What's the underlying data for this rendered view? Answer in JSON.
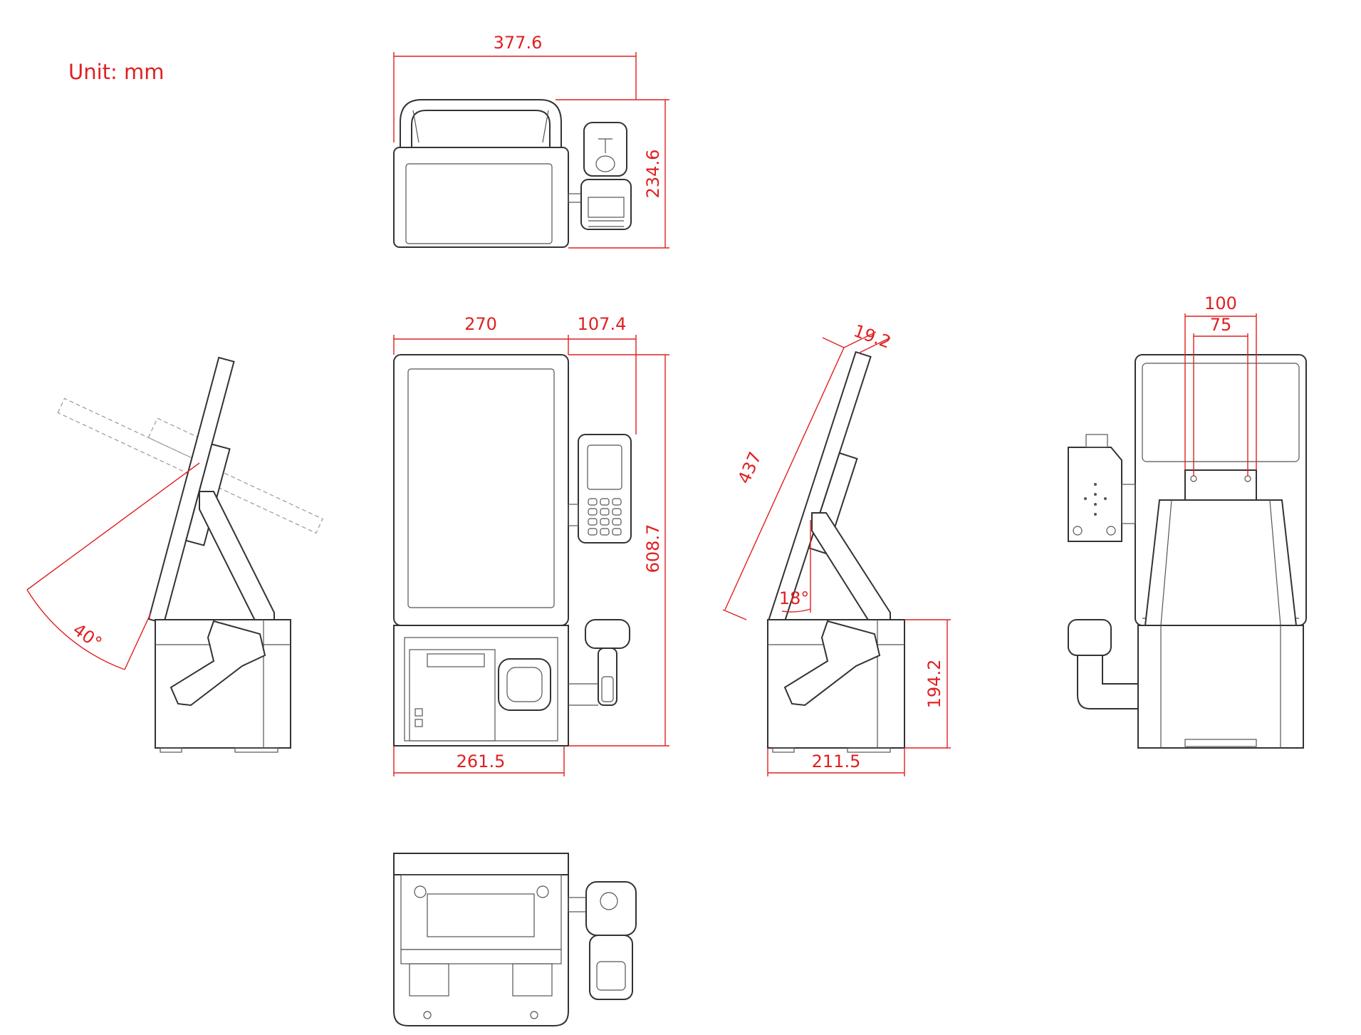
{
  "unit_label": "Unit: mm",
  "dimensions": {
    "top_width": "377.6",
    "top_depth": "234.6",
    "front_screen_width": "270",
    "front_side_width": "107.4",
    "front_height": "608.7",
    "front_base_width": "261.5",
    "side_screen_length": "437",
    "side_screen_thickness": "19.2",
    "side_tilt_angle": "18°",
    "side_base_height": "194.2",
    "side_base_depth": "211.5",
    "left_tilt_range": "40°",
    "vesa_outer": "100",
    "vesa_inner": "75"
  },
  "colors": {
    "dimension": "#e02020",
    "outline": "#333333"
  }
}
